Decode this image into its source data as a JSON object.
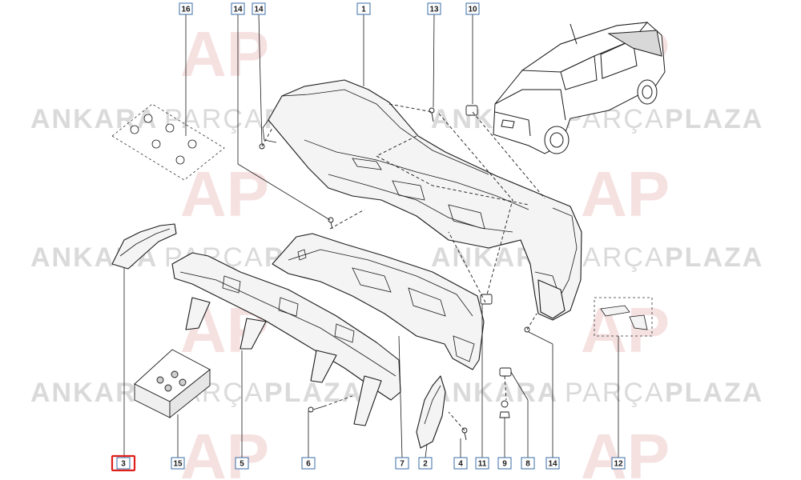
{
  "watermark": {
    "brand_a": "ANKARA",
    "brand_b": "PARÇA",
    "brand_c": "PLAZA",
    "logo_text": "AP",
    "colors": {
      "grey": "#d9d9d9",
      "logo_red": "#e9b9b9"
    }
  },
  "callouts": [
    {
      "key": "c16",
      "label": "16"
    },
    {
      "key": "c14a",
      "label": "14"
    },
    {
      "key": "c14b",
      "label": "14"
    },
    {
      "key": "c1",
      "label": "1"
    },
    {
      "key": "c13",
      "label": "13"
    },
    {
      "key": "c10",
      "label": "10"
    },
    {
      "key": "c3",
      "label": "3",
      "highlighted": true
    },
    {
      "key": "c15",
      "label": "15"
    },
    {
      "key": "c5",
      "label": "5"
    },
    {
      "key": "c6",
      "label": "6"
    },
    {
      "key": "c7",
      "label": "7"
    },
    {
      "key": "c2",
      "label": "2"
    },
    {
      "key": "c4",
      "label": "4"
    },
    {
      "key": "c11",
      "label": "11"
    },
    {
      "key": "c9",
      "label": "9"
    },
    {
      "key": "c8",
      "label": "8"
    },
    {
      "key": "c14c",
      "label": "14"
    },
    {
      "key": "c12",
      "label": "12"
    }
  ],
  "colors": {
    "tag_border": "#3a6ea5",
    "highlight": "#e0201b",
    "line": "#1a1a1a"
  },
  "icons": {
    "vehicle": "suv-icon",
    "clip": "clip-icon"
  }
}
